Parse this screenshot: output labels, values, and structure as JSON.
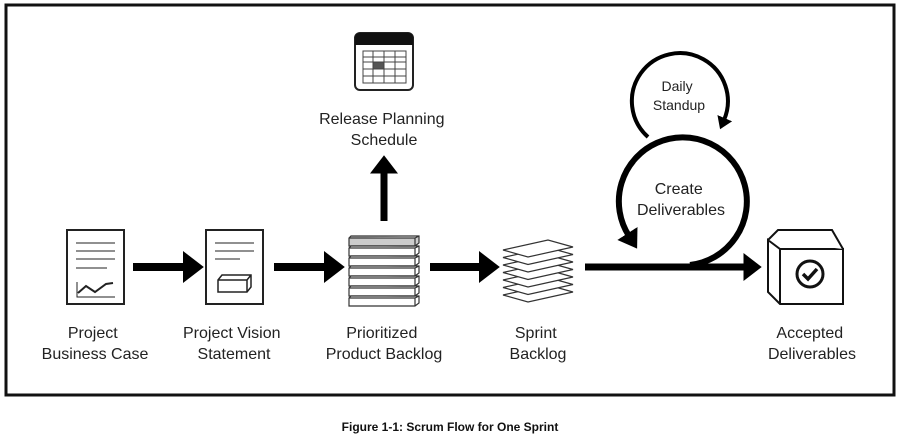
{
  "diagram": {
    "nodes": {
      "business_case": {
        "line1": "Project",
        "line2": "Business Case",
        "icon": "document-chart-icon"
      },
      "vision": {
        "line1": "Project Vision",
        "line2": "Statement",
        "icon": "document-box-icon"
      },
      "product_backlog": {
        "line1": "Prioritized",
        "line2": "Product Backlog",
        "icon": "stack-icon"
      },
      "release_planning": {
        "line1": "Release Planning",
        "line2": "Schedule",
        "icon": "calendar-icon"
      },
      "sprint_backlog": {
        "line1": "Sprint",
        "line2": "Backlog",
        "icon": "sheets-stack-icon"
      },
      "daily_standup": {
        "line1": "Daily",
        "line2": "Standup"
      },
      "create_deliverables": {
        "line1": "Create",
        "line2": "Deliverables"
      },
      "accepted": {
        "line1": "Accepted",
        "line2": "Deliverables",
        "icon": "checked-cube-icon"
      }
    },
    "edges": [
      {
        "from": "Project Business Case",
        "to": "Project Vision Statement"
      },
      {
        "from": "Project Vision Statement",
        "to": "Prioritized Product Backlog"
      },
      {
        "from": "Prioritized Product Backlog",
        "to": "Release Planning Schedule"
      },
      {
        "from": "Prioritized Product Backlog",
        "to": "Sprint Backlog"
      },
      {
        "from": "Sprint Backlog",
        "to": "Accepted Deliverables",
        "via": [
          "Create Deliverables",
          "Daily Standup"
        ]
      }
    ]
  },
  "caption": "Figure 1-1: Scrum Flow for One Sprint"
}
